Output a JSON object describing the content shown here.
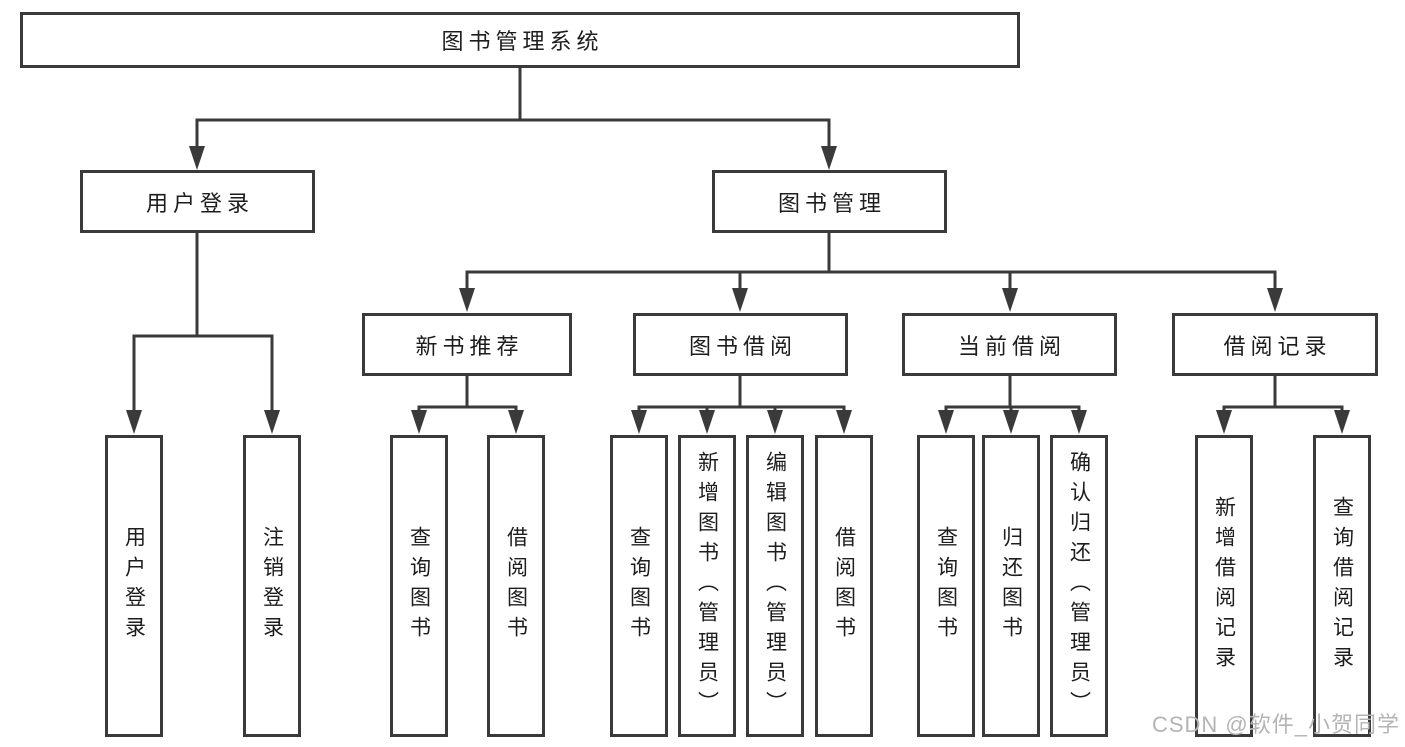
{
  "tree": {
    "label": "图书管理系统",
    "children": [
      {
        "label": "用户登录",
        "children": [
          {
            "label": "用户登录"
          },
          {
            "label": "注销登录"
          }
        ]
      },
      {
        "label": "图书管理",
        "children": [
          {
            "label": "新书推荐",
            "children": [
              {
                "label": "查询图书"
              },
              {
                "label": "借阅图书"
              }
            ]
          },
          {
            "label": "图书借阅",
            "children": [
              {
                "label": "查询图书"
              },
              {
                "label": "新增图书（管理员）"
              },
              {
                "label": "编辑图书（管理员）"
              },
              {
                "label": "借阅图书"
              }
            ]
          },
          {
            "label": "当前借阅",
            "children": [
              {
                "label": "查询图书"
              },
              {
                "label": "归还图书"
              },
              {
                "label": "确认归还（管理员）"
              }
            ]
          },
          {
            "label": "借阅记录",
            "children": [
              {
                "label": "新增借阅记录"
              },
              {
                "label": "查询借阅记录"
              }
            ]
          }
        ]
      }
    ]
  },
  "watermark": "CSDN @软件_小贺同学",
  "colors": {
    "line": "#3a3a3a",
    "text": "#1d1d1d",
    "box_background": "#ffffff",
    "page_background": "#ffffff",
    "watermark": "#b4b4b4"
  }
}
